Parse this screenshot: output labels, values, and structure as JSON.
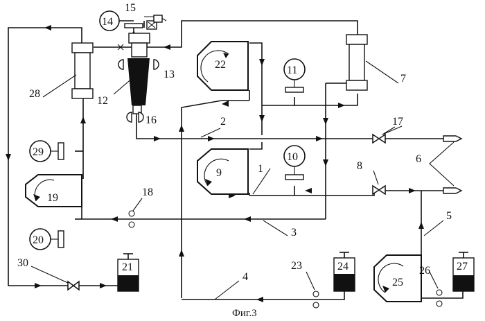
{
  "labels": {
    "n1": "1",
    "n2": "2",
    "n3": "3",
    "n4": "4",
    "n5": "5",
    "n6": "6",
    "n7": "7",
    "n8": "8",
    "n9": "9",
    "n10": "10",
    "n11": "11",
    "n12": "12",
    "n13": "13",
    "n14": "14",
    "n15": "15",
    "n16": "16",
    "n17": "17",
    "n18": "18",
    "n19": "19",
    "n20": "20",
    "n21": "21",
    "n22": "22",
    "n23": "23",
    "n24": "24",
    "n25": "25",
    "n26": "26",
    "n27": "27",
    "n28": "28",
    "n29": "29",
    "n30": "30"
  },
  "caption": "Фиг.3"
}
